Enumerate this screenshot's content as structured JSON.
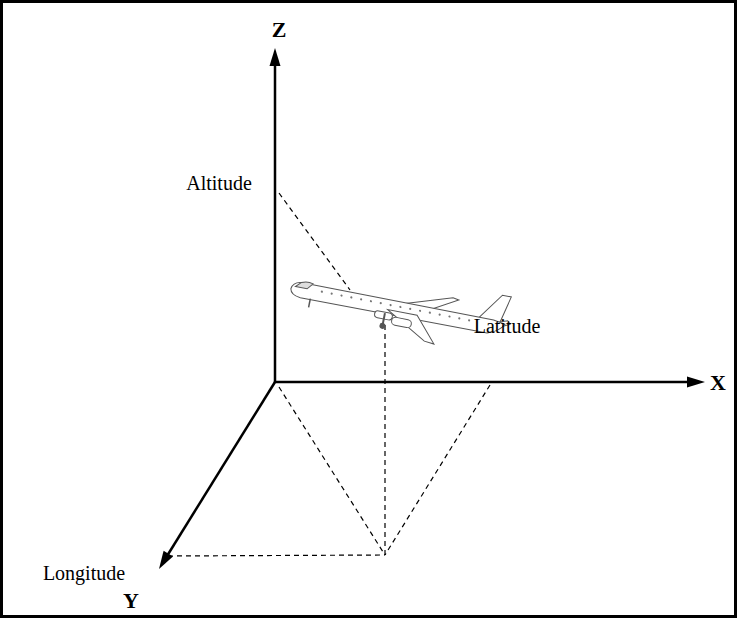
{
  "diagram": {
    "labels": [
      "Z",
      "Altitude",
      "Latitude",
      "X",
      "Longitude",
      "Y"
    ]
  }
}
